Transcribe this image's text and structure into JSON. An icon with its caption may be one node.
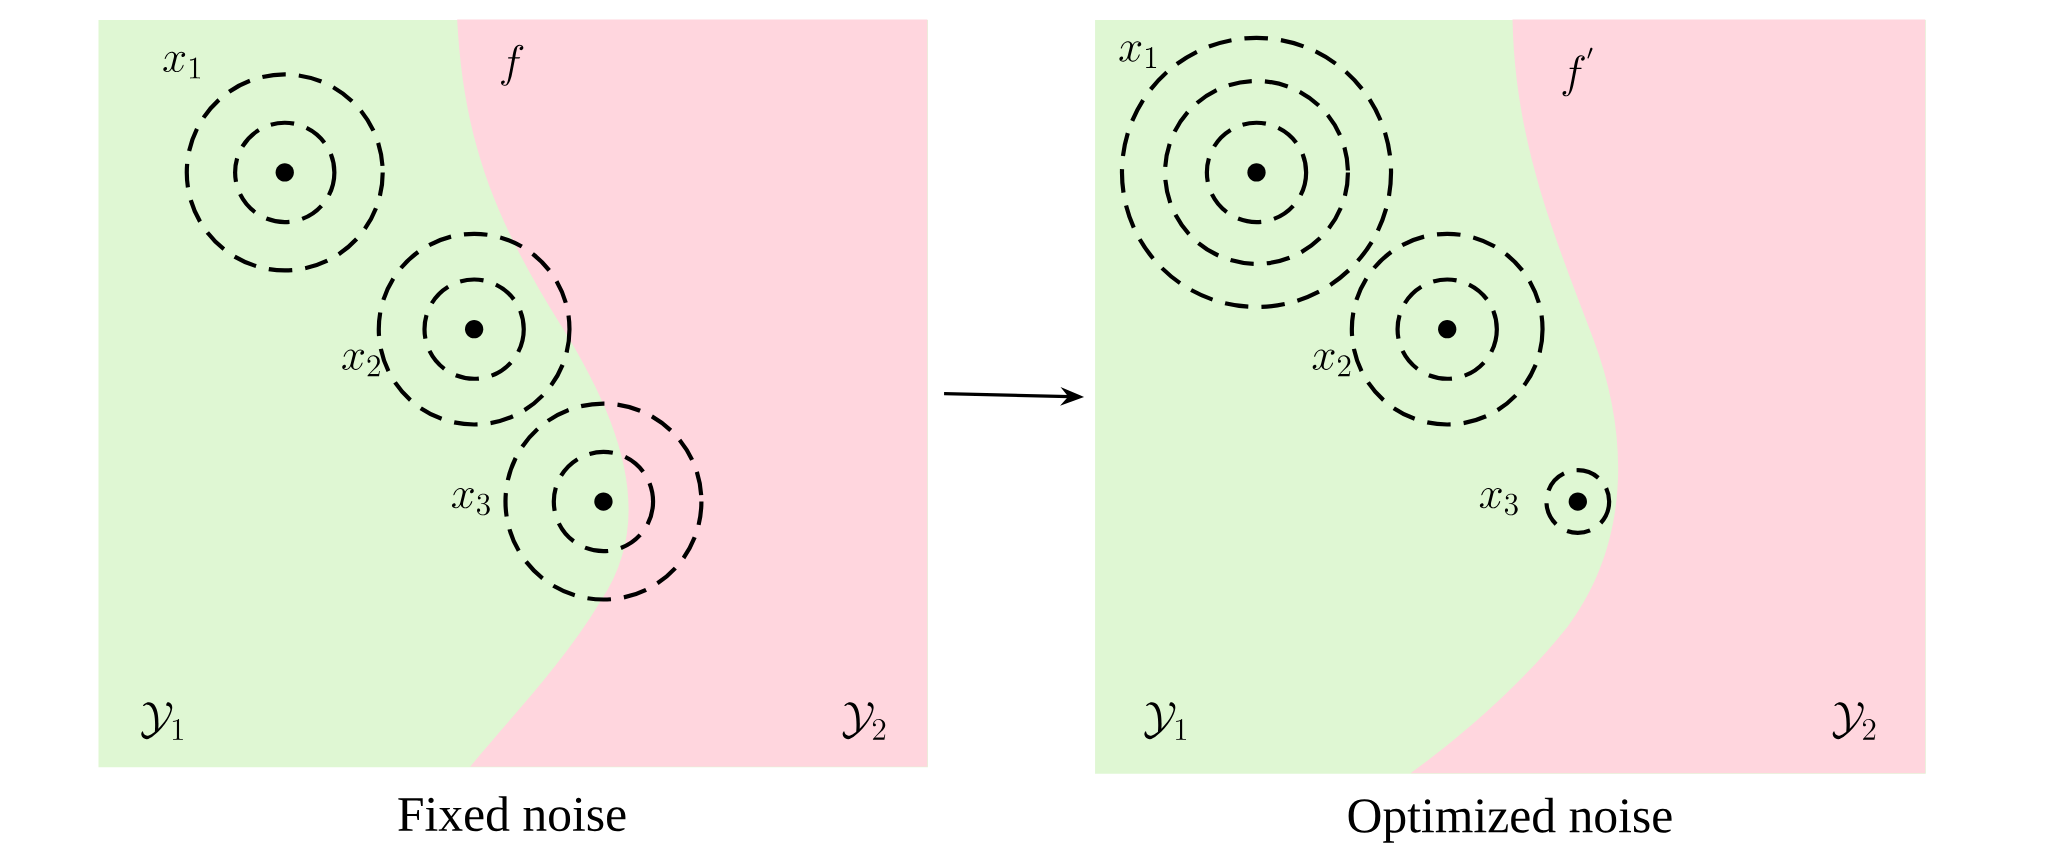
{
  "diagram": {
    "nodes": [
      {
        "text": [],
        "shape": "box",
        "beside": [
          "Fixed noise"
        ]
      },
      {
        "text": [],
        "shape": "box",
        "beside": [
          "Optimized noise"
        ]
      }
    ],
    "edges": [
      {
        "from": 0,
        "to": 1,
        "arrow": "to"
      }
    ],
    "labels": [
      "x_1",
      "f",
      "x_2",
      "x_3",
      "\\mathcal{Y}_1",
      "\\mathcal{Y}_2",
      "x_1",
      "f^{'}",
      "x_2",
      "x_3",
      "\\mathcal{Y}_1",
      "\\mathcal{Y}_2"
    ]
  }
}
